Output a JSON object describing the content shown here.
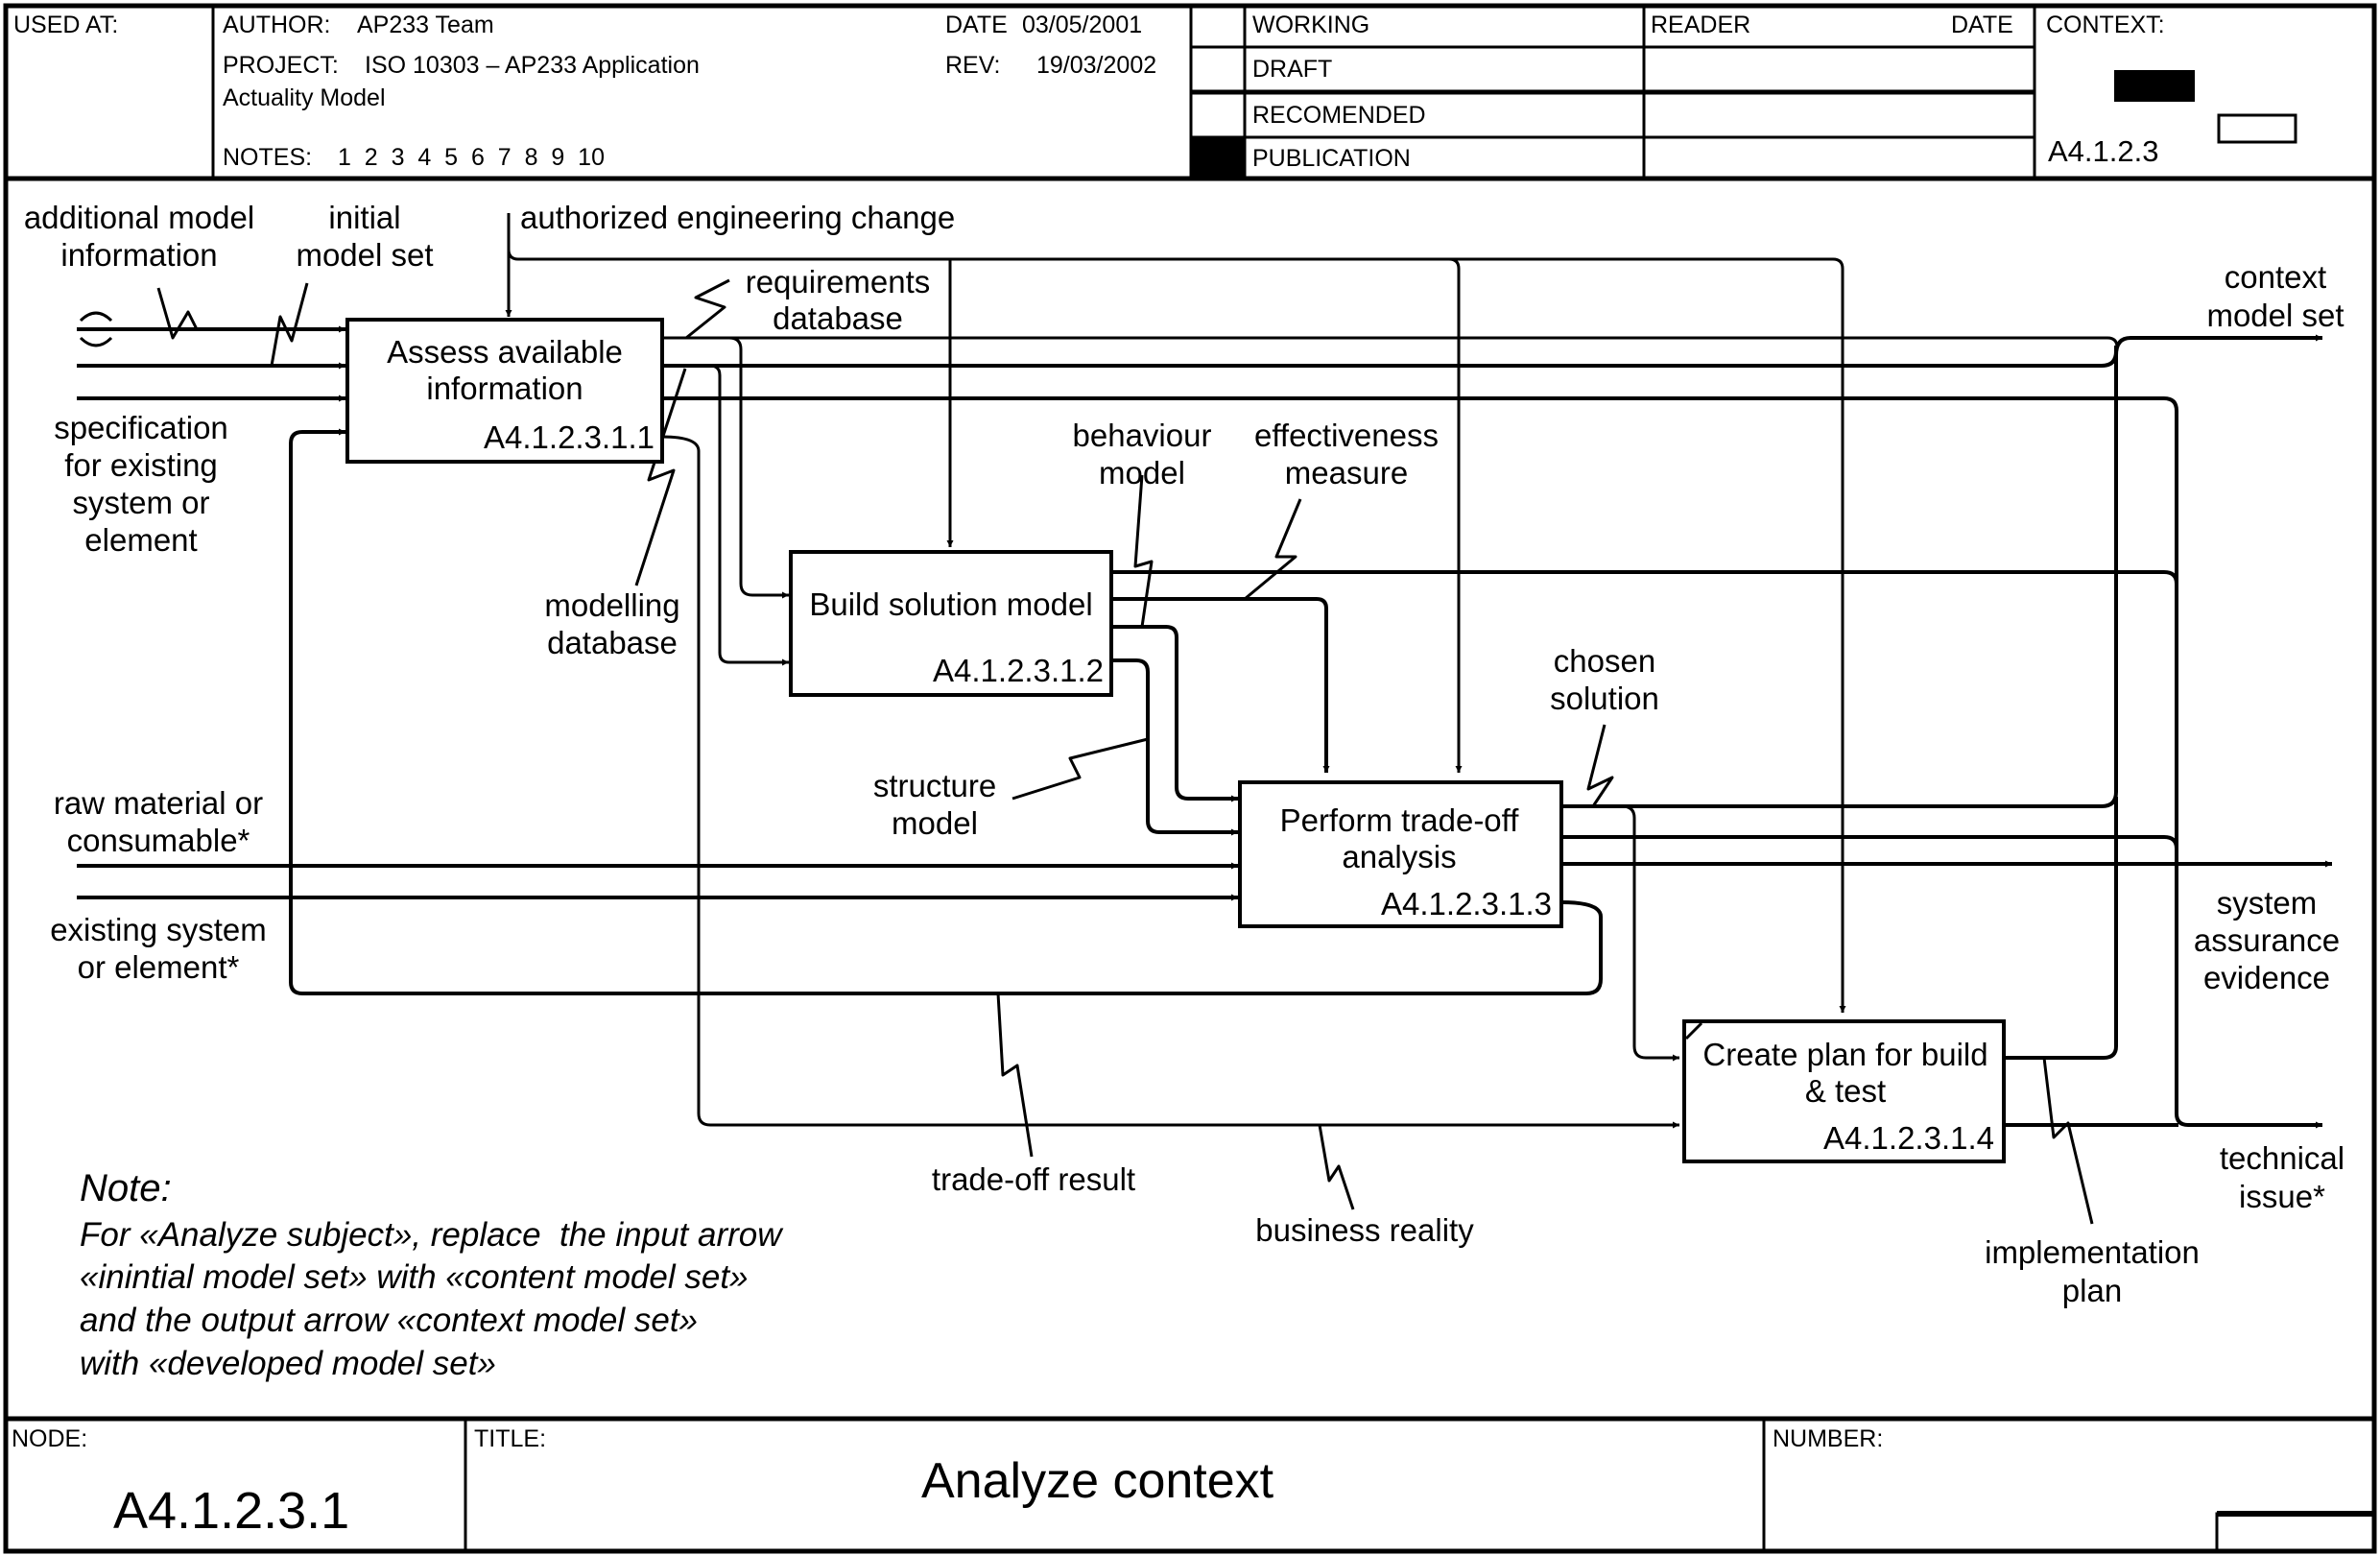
{
  "header": {
    "used_at_label": "USED AT:",
    "author_label": "AUTHOR:",
    "author": "AP233 Team",
    "project_label": "PROJECT:",
    "project_line1": "ISO 10303 – AP233 Application",
    "project_line2": "Actuality Model",
    "notes_label": "NOTES:",
    "notes": "1  2  3  4  5  6  7  8  9  10",
    "date_label": "DATE",
    "date": "03/05/2001",
    "rev_label": "REV:",
    "rev": "19/03/2002",
    "status_rows": [
      {
        "label": "WORKING",
        "selected": false
      },
      {
        "label": "DRAFT",
        "selected": false
      },
      {
        "label": "RECOMENDED",
        "selected": false
      },
      {
        "label": "PUBLICATION",
        "selected": true
      }
    ],
    "reader_label": "READER",
    "reader_date_label": "DATE",
    "context_label": "CONTEXT:",
    "context_node": "A4.1.2.3"
  },
  "diagram": {
    "activities": [
      {
        "id": "A4.1.2.3.1.1",
        "line1": "Assess available",
        "line2": "information"
      },
      {
        "id": "A4.1.2.3.1.2",
        "line1": "Build solution model",
        "line2": ""
      },
      {
        "id": "A4.1.2.3.1.3",
        "line1": "Perform trade-off",
        "line2": "analysis"
      },
      {
        "id": "A4.1.2.3.1.4",
        "line1": "Create plan for build",
        "line2": "& test"
      }
    ],
    "arrow_labels": {
      "additional_model_information": [
        "additional model",
        "information"
      ],
      "initial_model_set": [
        "initial",
        "model set"
      ],
      "authorized_engineering_change": [
        "authorized engineering change"
      ],
      "requirements_database": [
        "requirements",
        "database"
      ],
      "context_model_set": [
        "context",
        "model set"
      ],
      "specification": [
        "specification",
        "for existing",
        "system or",
        "element"
      ],
      "behaviour_model": [
        "behaviour",
        "model"
      ],
      "effectiveness_measure": [
        "effectiveness",
        "measure"
      ],
      "modelling_database": [
        "modelling",
        "database"
      ],
      "chosen_solution": [
        "chosen",
        "solution"
      ],
      "structure_model": [
        "structure",
        "model"
      ],
      "raw_material": [
        "raw material or",
        "consumable*"
      ],
      "existing_system": [
        "existing system",
        "or element*"
      ],
      "system_assurance_evidence": [
        "system",
        "assurance",
        "evidence"
      ],
      "trade_off_result": [
        "trade-off result"
      ],
      "business_reality": [
        "business reality"
      ],
      "technical_issue": [
        "technical",
        "issue*"
      ],
      "implementation_plan": [
        "implementation",
        "plan"
      ]
    },
    "note": {
      "title": "Note:",
      "lines": [
        "For «Analyze subject», replace  the input arrow",
        "«inintial model set» with «content model set»",
        "and the output arrow «context model set»",
        "with «developed model set»"
      ]
    }
  },
  "footer": {
    "node_label": "NODE:",
    "node": "A4.1.2.3.1",
    "title_label": "TITLE:",
    "title": "Analyze context",
    "number_label": "NUMBER:"
  }
}
